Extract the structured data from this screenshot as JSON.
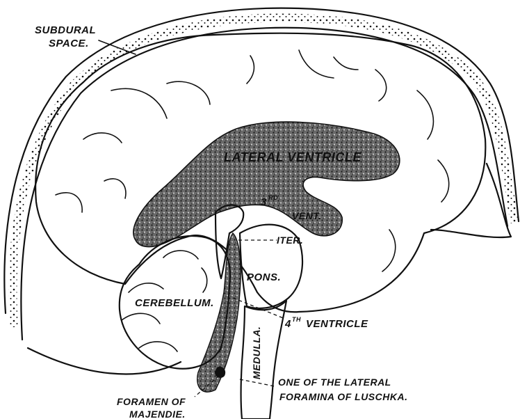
{
  "labels": {
    "subdural_line1": "SUBDURAL",
    "subdural_line2": "SPACE.",
    "lateral_ventricle": "LATERAL VENTRICLE",
    "third_vent_num": "3",
    "third_vent_sup": "RD",
    "third_vent_word": "VENT.",
    "iter": "ITER.",
    "pons": "PONS.",
    "cerebellum": "CEREBELLUM.",
    "fourth_num": "4",
    "fourth_sup": "TH",
    "fourth_word": "VENTRICLE",
    "medulla": "MEDULLA.",
    "luschka_line1": "ONE OF THE LATERAL",
    "luschka_line2": "FORAMINA OF LUSCHKA.",
    "majendie_line1": "FORAMEN OF",
    "majendie_line2": "MAJENDIE."
  },
  "colors": {
    "ink": "#111111",
    "paper": "#ffffff",
    "stipple": "#3a3a3a"
  }
}
